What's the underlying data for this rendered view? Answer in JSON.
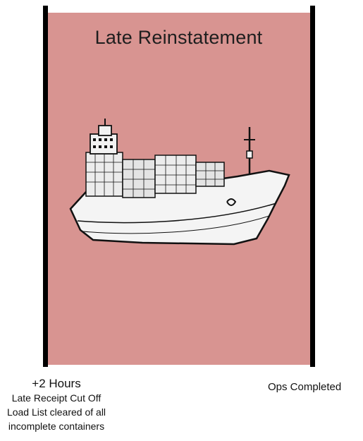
{
  "panel": {
    "title": "Late Reinstatement",
    "background_color": "#d89491",
    "image": "container-ship-icon"
  },
  "left_label": {
    "time": "+2 Hours",
    "lines": [
      "Late Receipt  Cut Off",
      "Load List cleared of all",
      "incomplete containers"
    ]
  },
  "right_label": {
    "text": "Ops Completed"
  }
}
